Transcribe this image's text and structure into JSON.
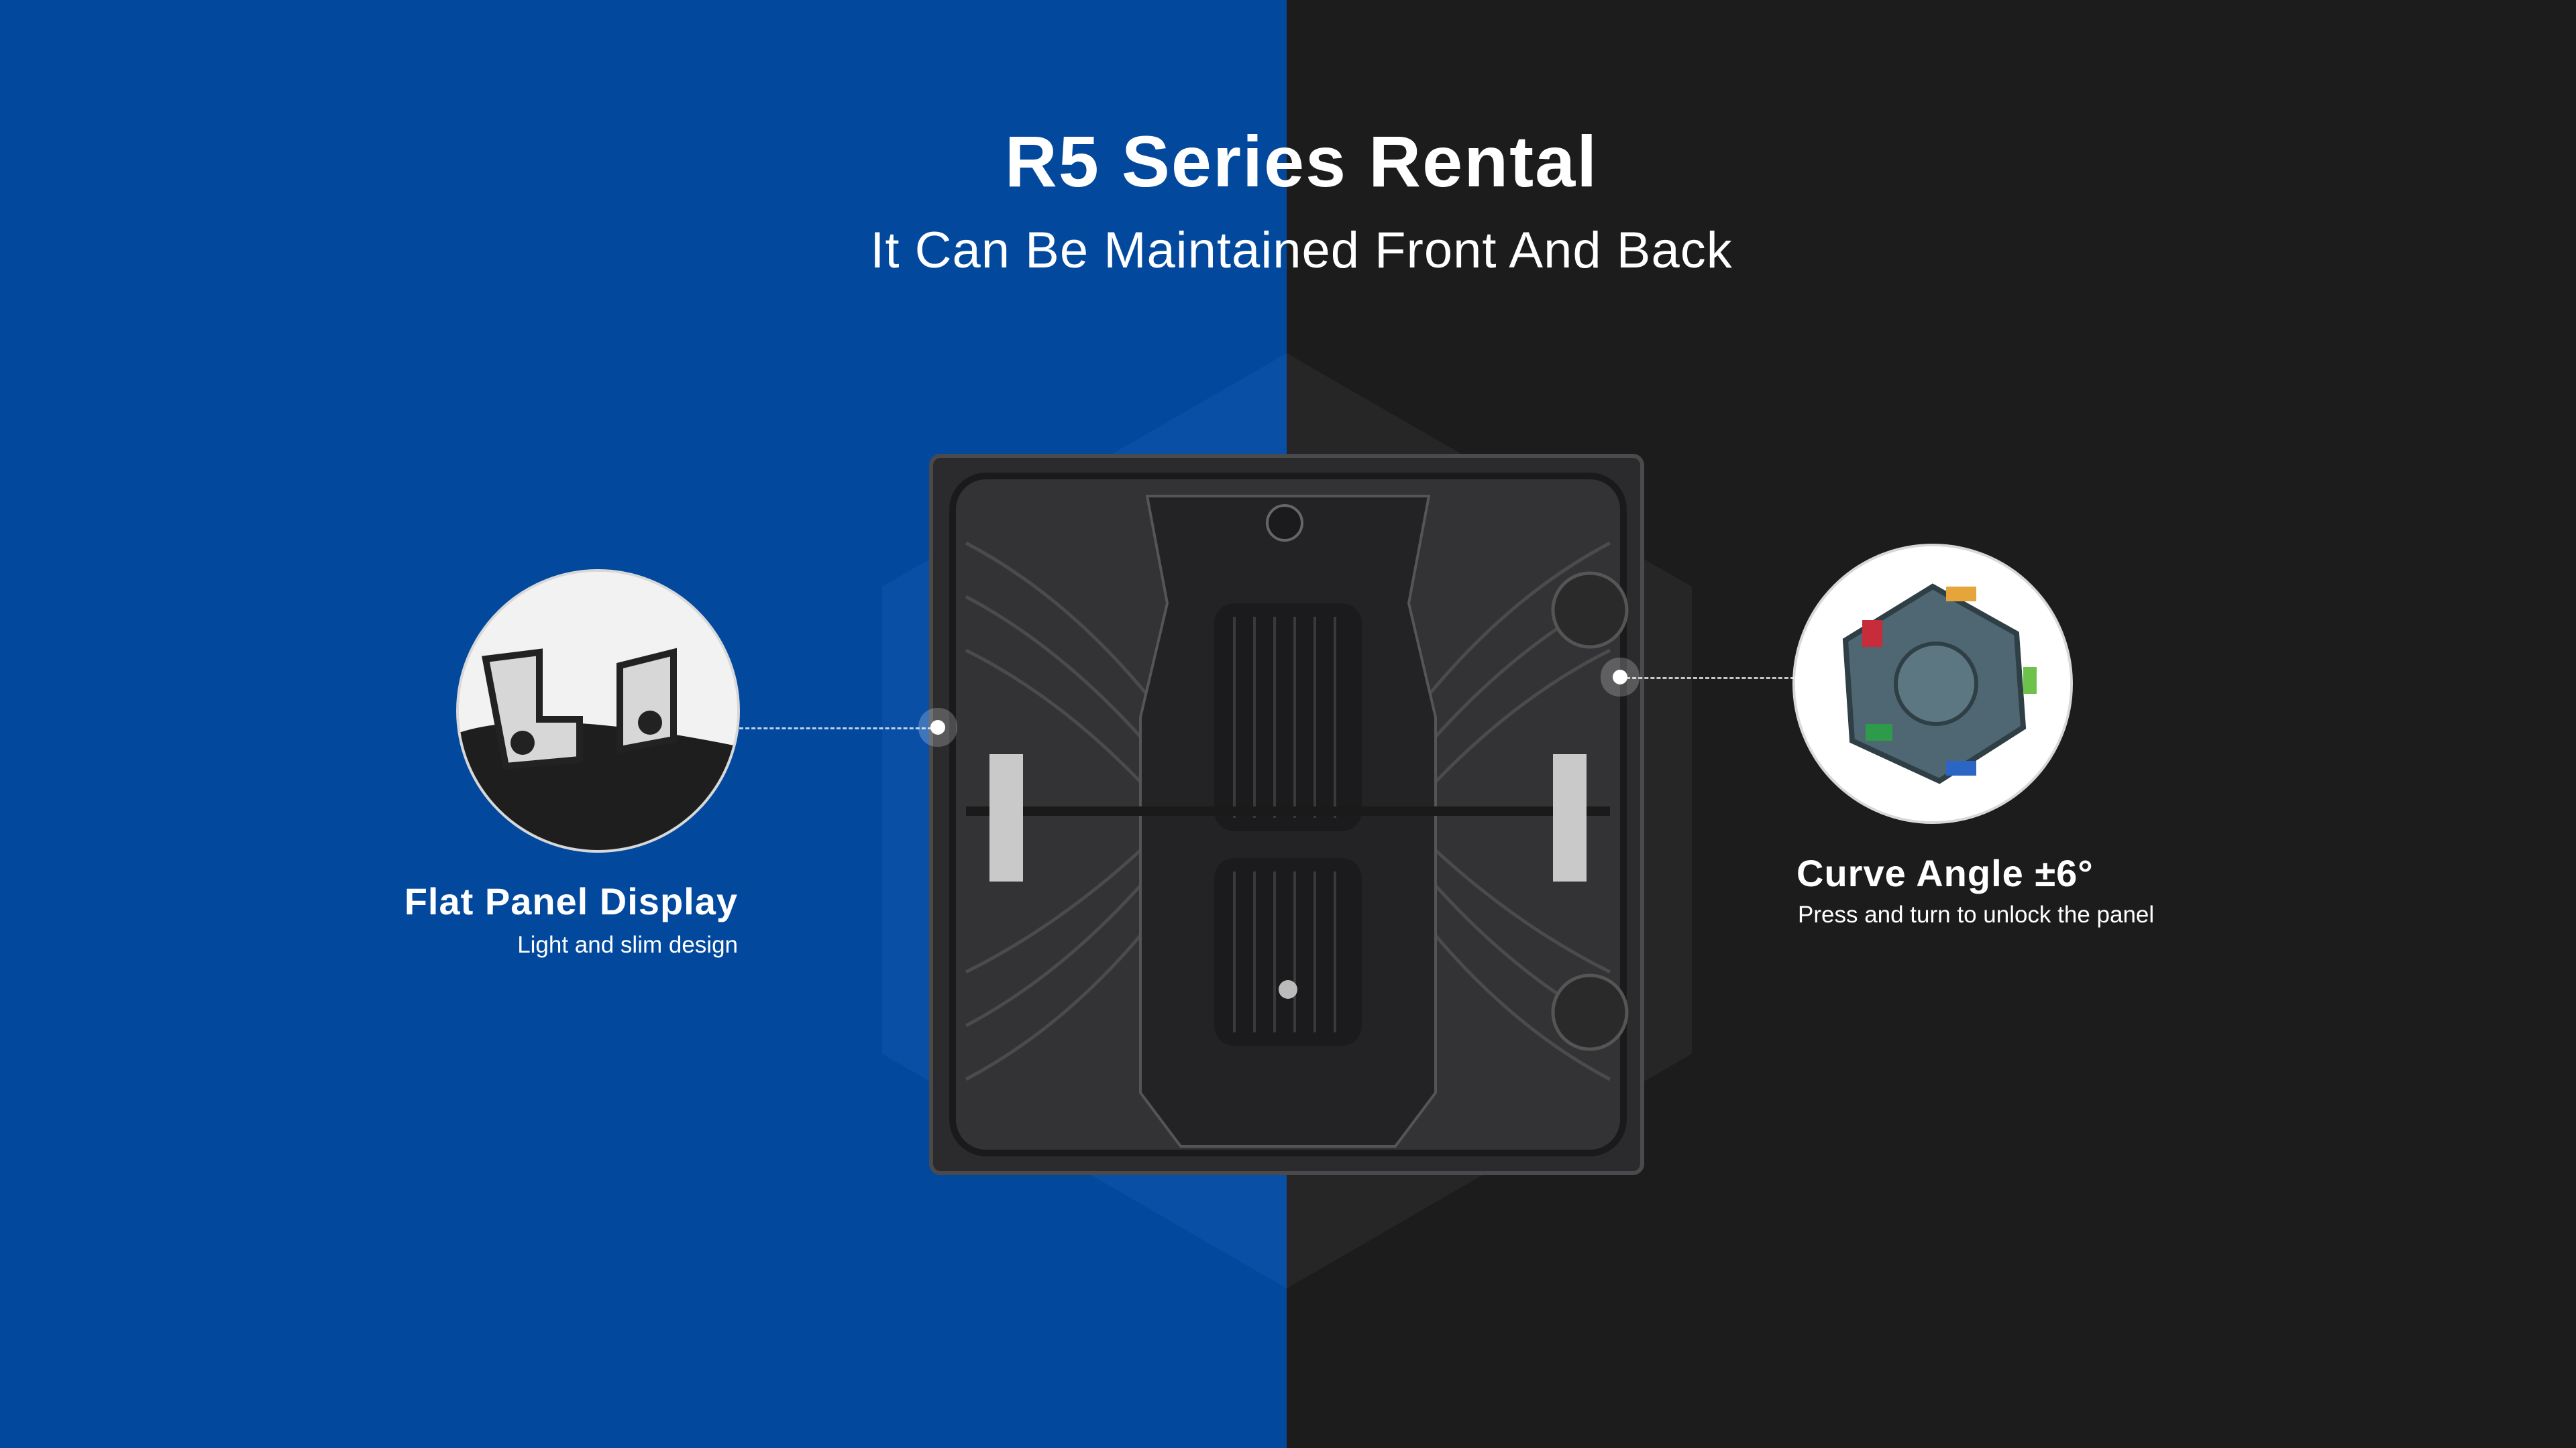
{
  "header": {
    "title": "R5 Series Rental",
    "subtitle": "It Can Be Maintained Front And Back"
  },
  "features": [
    {
      "title": "Flat Panel Display",
      "subtitle": "Light and slim design",
      "icon": "flat-panel-bracket-closeup"
    },
    {
      "title": "Curve Angle ±6°",
      "subtitle": "Press and turn to unlock the panel",
      "icon": "curve-lock-knob-closeup"
    }
  ],
  "colors": {
    "left_bg": "#02499e",
    "right_bg": "#1c1c1c",
    "text": "#ffffff"
  }
}
